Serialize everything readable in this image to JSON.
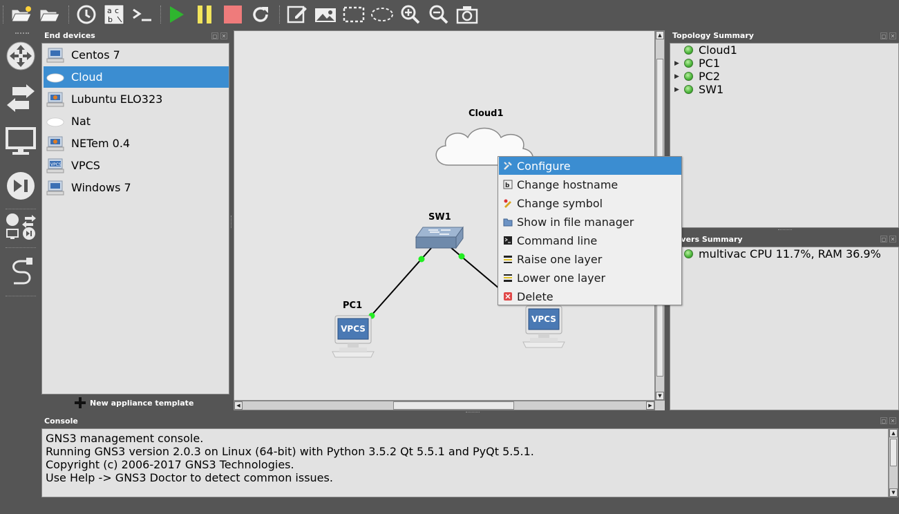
{
  "toolbar": {
    "buttons": [
      {
        "name": "open-project",
        "icon": "open-folder-star-icon"
      },
      {
        "name": "open",
        "icon": "folder-icon"
      },
      {
        "name": "snapshot",
        "icon": "clock-icon"
      },
      {
        "name": "show-labels",
        "icon": "labels-abc-icon"
      },
      {
        "name": "console-all",
        "icon": "terminal-icon"
      },
      {
        "name": "start-all",
        "icon": "play-icon"
      },
      {
        "name": "suspend-all",
        "icon": "pause-icon"
      },
      {
        "name": "stop-all",
        "icon": "stop-icon"
      },
      {
        "name": "reload-all",
        "icon": "reload-icon"
      },
      {
        "name": "add-note",
        "icon": "note-edit-icon"
      },
      {
        "name": "insert-image",
        "icon": "image-icon"
      },
      {
        "name": "draw-rectangle",
        "icon": "rectangle-icon"
      },
      {
        "name": "draw-ellipse",
        "icon": "ellipse-icon"
      },
      {
        "name": "zoom-in",
        "icon": "zoom-in-icon"
      },
      {
        "name": "zoom-out",
        "icon": "zoom-out-icon"
      },
      {
        "name": "screenshot",
        "icon": "camera-icon"
      }
    ],
    "colors": {
      "play": "#2fb52f",
      "pause": "#f2e55c",
      "stop": "#ef7b7b"
    }
  },
  "end_devices": {
    "title": "End devices",
    "items": [
      {
        "label": "Centos 7",
        "icon": "qemu-vm-icon",
        "selected": false
      },
      {
        "label": "Cloud",
        "icon": "cloud-icon",
        "selected": true
      },
      {
        "label": "Lubuntu ELO323",
        "icon": "qemu-vm-icon",
        "selected": false
      },
      {
        "label": "Nat",
        "icon": "cloud-icon",
        "selected": false
      },
      {
        "label": "NETem 0.4",
        "icon": "qemu-vm-icon",
        "selected": false
      },
      {
        "label": "VPCS",
        "icon": "vpcs-icon",
        "selected": false
      },
      {
        "label": "Windows 7",
        "icon": "qemu-vm-icon",
        "selected": false
      }
    ],
    "new_template": "New appliance template"
  },
  "canvas": {
    "nodes": {
      "cloud": {
        "label": "Cloud1"
      },
      "switch": {
        "label": "SW1"
      },
      "pc1": {
        "label": "PC1",
        "screen_text": "VPCS"
      },
      "pc2": {
        "screen_text": "VPCS"
      }
    },
    "link_color": "#000000",
    "port_color": "#22ee22"
  },
  "context_menu": {
    "items": [
      {
        "label": "Configure",
        "icon": "wrench-icon",
        "selected": true
      },
      {
        "label": "Change hostname",
        "icon": "hostname-icon",
        "selected": false
      },
      {
        "label": "Change symbol",
        "icon": "symbol-icon",
        "selected": false
      },
      {
        "label": "Show in file manager",
        "icon": "folder-icon",
        "selected": false
      },
      {
        "label": "Command line",
        "icon": "terminal-icon",
        "selected": false
      },
      {
        "label": "Raise one layer",
        "icon": "raise-layer-icon",
        "selected": false
      },
      {
        "label": "Lower one layer",
        "icon": "lower-layer-icon",
        "selected": false
      },
      {
        "label": "Delete",
        "icon": "delete-icon",
        "selected": false
      }
    ],
    "highlight_color": "#3b8dd1"
  },
  "topology_summary": {
    "title": "Topology Summary",
    "items": [
      {
        "label": "Cloud1",
        "expandable": false
      },
      {
        "label": "PC1",
        "expandable": true
      },
      {
        "label": "PC2",
        "expandable": true
      },
      {
        "label": "SW1",
        "expandable": true
      }
    ]
  },
  "servers_summary": {
    "title": "rvers Summary",
    "items": [
      {
        "label": "multivac CPU 11.7%, RAM 36.9%"
      }
    ]
  },
  "console": {
    "title": "Console",
    "lines": [
      "GNS3 management console.",
      "Running GNS3 version 2.0.3 on Linux (64-bit) with Python 3.5.2 Qt 5.5.1 and PyQt 5.5.1.",
      "Copyright (c) 2006-2017 GNS3 Technologies.",
      "Use Help -> GNS3 Doctor to detect common issues."
    ]
  }
}
